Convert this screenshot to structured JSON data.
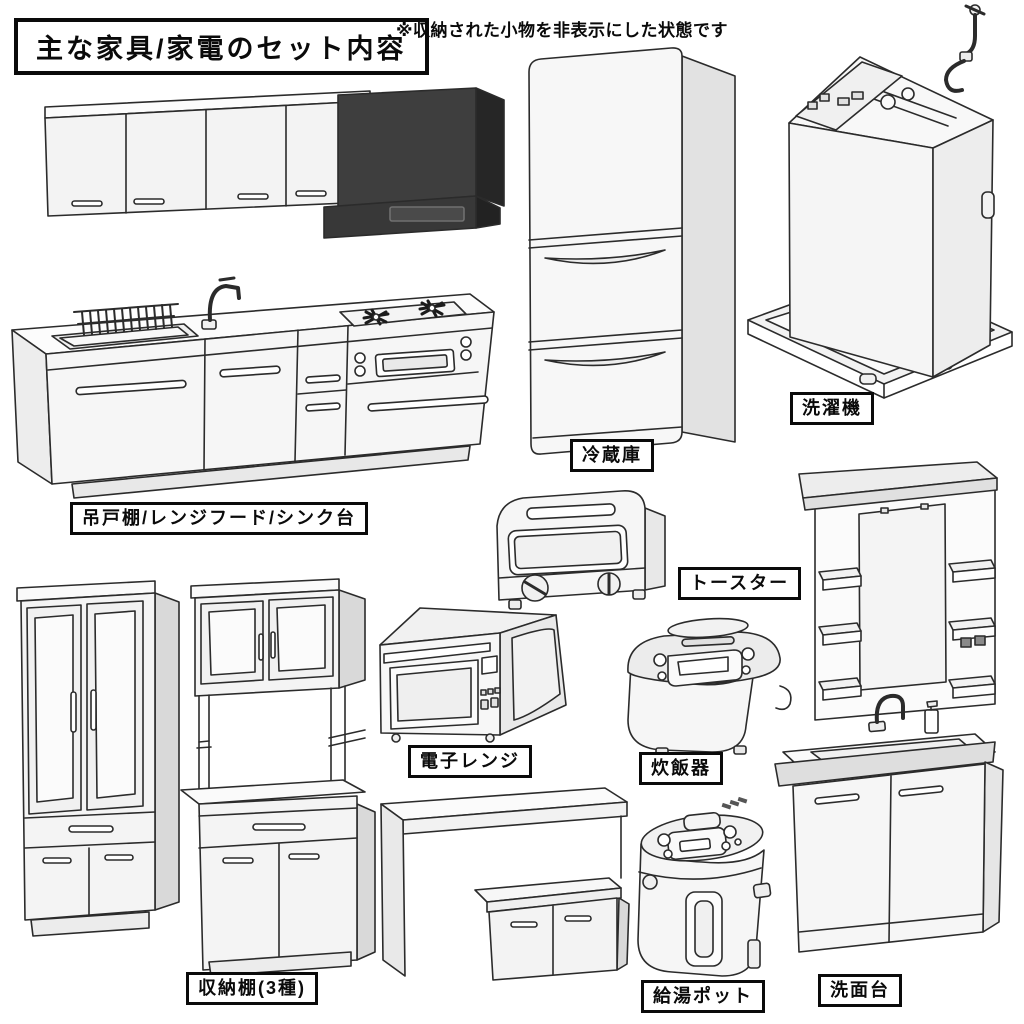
{
  "header": {
    "title": "主な家具/家電のセット内容",
    "note": "※収納された小物を非表示にした状態です"
  },
  "items": [
    {
      "id": "kitchen-unit",
      "label": "吊戸棚/レンジフード/シンク台"
    },
    {
      "id": "refrigerator",
      "label": "冷蔵庫"
    },
    {
      "id": "washing-machine",
      "label": "洗濯機"
    },
    {
      "id": "toaster",
      "label": "トースター"
    },
    {
      "id": "microwave",
      "label": "電子レンジ"
    },
    {
      "id": "rice-cooker",
      "label": "炊飯器"
    },
    {
      "id": "storage-shelves",
      "label": "収納棚(3種)"
    },
    {
      "id": "hot-water-pot",
      "label": "給湯ポット"
    },
    {
      "id": "washstand",
      "label": "洗面台"
    }
  ],
  "colors": {
    "background": "#ffffff",
    "ink": "#0a0a0a",
    "line_art": "#2b2b2b",
    "fill_light": "#f5f5f5",
    "fill_mid": "#e6e6e6",
    "range_hood_dark": "#3e3e3e"
  }
}
